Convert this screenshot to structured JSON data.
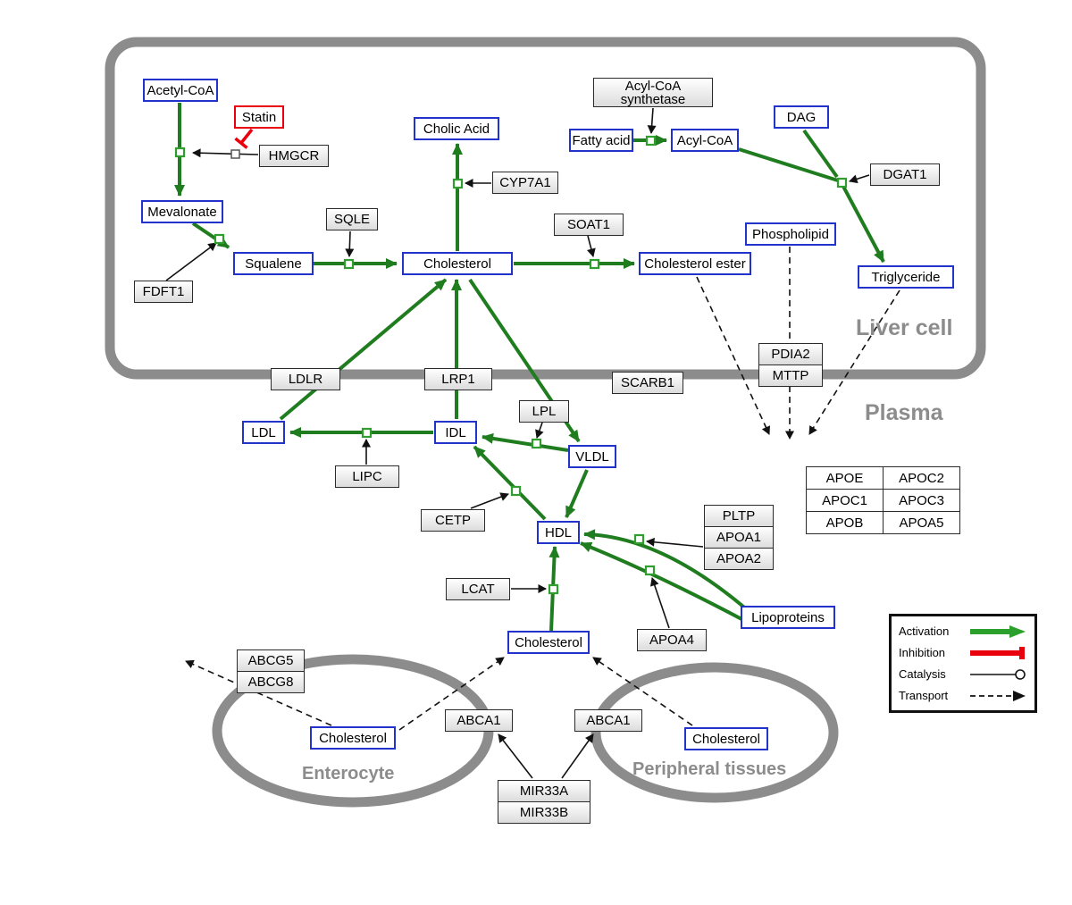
{
  "compartments": {
    "liver": {
      "label": "Liver cell"
    },
    "plasma": {
      "label": "Plasma"
    },
    "enterocyte": {
      "label": "Enterocyte"
    },
    "peripheral": {
      "label": "Peripheral tissues"
    }
  },
  "nodes": {
    "acetyl_coa": {
      "label": "Acetyl-CoA",
      "type": "metabolite"
    },
    "statin": {
      "label": "Statin",
      "type": "inhibitor"
    },
    "hmgcr": {
      "label": "HMGCR",
      "type": "enzyme"
    },
    "mevalonate": {
      "label": "Mevalonate",
      "type": "metabolite"
    },
    "fdft1": {
      "label": "FDFT1",
      "type": "enzyme"
    },
    "squalene": {
      "label": "Squalene",
      "type": "metabolite"
    },
    "sqle": {
      "label": "SQLE",
      "type": "enzyme"
    },
    "cholesterol_liver": {
      "label": "Cholesterol",
      "type": "metabolite"
    },
    "cholic_acid": {
      "label": "Cholic Acid",
      "type": "metabolite"
    },
    "cyp7a1": {
      "label": "CYP7A1",
      "type": "enzyme"
    },
    "soat1": {
      "label": "SOAT1",
      "type": "enzyme"
    },
    "cholesterol_ester": {
      "label": "Cholesterol ester",
      "type": "metabolite"
    },
    "fatty_acid": {
      "label": "Fatty acid",
      "type": "metabolite"
    },
    "acyl_coa_synthetase": {
      "label": "Acyl-CoA synthetase",
      "type": "enzyme"
    },
    "acyl_coa": {
      "label": "Acyl-CoA",
      "type": "metabolite"
    },
    "dag": {
      "label": "DAG",
      "type": "metabolite"
    },
    "dgat1": {
      "label": "DGAT1",
      "type": "enzyme"
    },
    "phospholipid": {
      "label": "Phospholipid",
      "type": "metabolite"
    },
    "triglyceride": {
      "label": "Triglyceride",
      "type": "metabolite"
    },
    "pdia2": {
      "label": "PDIA2",
      "type": "protein"
    },
    "mttp": {
      "label": "MTTP",
      "type": "protein"
    },
    "ldlr": {
      "label": "LDLR",
      "type": "receptor"
    },
    "lrp1": {
      "label": "LRP1",
      "type": "receptor"
    },
    "scarb1": {
      "label": "SCARB1",
      "type": "receptor"
    },
    "ldl": {
      "label": "LDL",
      "type": "lipoprotein"
    },
    "idl": {
      "label": "IDL",
      "type": "lipoprotein"
    },
    "vldl": {
      "label": "VLDL",
      "type": "lipoprotein"
    },
    "hdl": {
      "label": "HDL",
      "type": "lipoprotein"
    },
    "lipc": {
      "label": "LIPC",
      "type": "enzyme"
    },
    "lpl": {
      "label": "LPL",
      "type": "enzyme"
    },
    "cetp": {
      "label": "CETP",
      "type": "enzyme"
    },
    "lcat": {
      "label": "LCAT",
      "type": "enzyme"
    },
    "pltp": {
      "label": "PLTP",
      "type": "protein"
    },
    "apoa1": {
      "label": "APOA1",
      "type": "protein"
    },
    "apoa2": {
      "label": "APOA2",
      "type": "protein"
    },
    "apoa4": {
      "label": "APOA4",
      "type": "protein"
    },
    "lipoproteins": {
      "label": "Lipoproteins",
      "type": "metabolite"
    },
    "apoe": {
      "label": "APOE",
      "type": "protein"
    },
    "apoc2": {
      "label": "APOC2",
      "type": "protein"
    },
    "apoc1": {
      "label": "APOC1",
      "type": "protein"
    },
    "apoc3": {
      "label": "APOC3",
      "type": "protein"
    },
    "apob": {
      "label": "APOB",
      "type": "protein"
    },
    "apoa5": {
      "label": "APOA5",
      "type": "protein"
    },
    "cholesterol_plasma": {
      "label": "Cholesterol",
      "type": "metabolite"
    },
    "abcg5": {
      "label": "ABCG5",
      "type": "transporter"
    },
    "abcg8": {
      "label": "ABCG8",
      "type": "transporter"
    },
    "cholesterol_enterocyte": {
      "label": "Cholesterol",
      "type": "metabolite"
    },
    "abca1_enterocyte": {
      "label": "ABCA1",
      "type": "transporter"
    },
    "abca1_peripheral": {
      "label": "ABCA1",
      "type": "transporter"
    },
    "cholesterol_peripheral": {
      "label": "Cholesterol",
      "type": "metabolite"
    },
    "mir33a": {
      "label": "MIR33A",
      "type": "mirna"
    },
    "mir33b": {
      "label": "MIR33B",
      "type": "mirna"
    }
  },
  "edges": [
    {
      "f": "acetyl_coa",
      "t": "mevalonate",
      "k": "conversion"
    },
    {
      "f": "hmgcr",
      "t": "acetyl_coa>mevalonate",
      "k": "catalysis"
    },
    {
      "f": "statin",
      "t": "hmgcr",
      "k": "inhibition"
    },
    {
      "f": "mevalonate",
      "t": "squalene",
      "k": "conversion"
    },
    {
      "f": "fdft1",
      "t": "mevalonate>squalene",
      "k": "catalysis"
    },
    {
      "f": "squalene",
      "t": "cholesterol_liver",
      "k": "conversion"
    },
    {
      "f": "sqle",
      "t": "squalene>cholesterol_liver",
      "k": "catalysis"
    },
    {
      "f": "cholesterol_liver",
      "t": "cholic_acid",
      "k": "conversion"
    },
    {
      "f": "cyp7a1",
      "t": "cholesterol_liver>cholic_acid",
      "k": "catalysis"
    },
    {
      "f": "cholesterol_liver",
      "t": "cholesterol_ester",
      "k": "conversion"
    },
    {
      "f": "soat1",
      "t": "cholesterol_liver>cholesterol_ester",
      "k": "catalysis"
    },
    {
      "f": "fatty_acid",
      "t": "acyl_coa",
      "k": "conversion"
    },
    {
      "f": "acyl_coa_synthetase",
      "t": "fatty_acid>acyl_coa",
      "k": "catalysis"
    },
    {
      "f": "acyl_coa",
      "t": "triglyceride",
      "k": "conversion"
    },
    {
      "f": "dag",
      "t": "triglyceride",
      "k": "conversion"
    },
    {
      "f": "dgat1",
      "t": "acyl_coa>triglyceride",
      "k": "catalysis"
    },
    {
      "f": "ldl",
      "t": "cholesterol_liver",
      "k": "activation"
    },
    {
      "f": "idl",
      "t": "cholesterol_liver",
      "k": "activation"
    },
    {
      "f": "cholesterol_liver",
      "t": "vldl",
      "k": "activation"
    },
    {
      "f": "vldl",
      "t": "idl",
      "k": "conversion"
    },
    {
      "f": "lpl",
      "t": "vldl>idl",
      "k": "catalysis"
    },
    {
      "f": "idl",
      "t": "ldl",
      "k": "conversion"
    },
    {
      "f": "lipc",
      "t": "idl>ldl",
      "k": "catalysis"
    },
    {
      "f": "hdl",
      "t": "idl",
      "k": "conversion"
    },
    {
      "f": "cetp",
      "t": "hdl>idl",
      "k": "catalysis"
    },
    {
      "f": "vldl",
      "t": "hdl",
      "k": "activation"
    },
    {
      "f": "lipoproteins",
      "t": "hdl",
      "k": "activation"
    },
    {
      "f": "pltp",
      "t": "lipoproteins>hdl",
      "k": "catalysis"
    },
    {
      "f": "apoa1",
      "t": "lipoproteins>hdl",
      "k": "catalysis"
    },
    {
      "f": "apoa2",
      "t": "lipoproteins>hdl",
      "k": "catalysis"
    },
    {
      "f": "apoa4",
      "t": "lipoproteins>hdl",
      "k": "catalysis"
    },
    {
      "f": "cholesterol_plasma",
      "t": "hdl",
      "k": "activation"
    },
    {
      "f": "lcat",
      "t": "cholesterol_plasma>hdl",
      "k": "catalysis"
    },
    {
      "f": "cholesterol_ester",
      "t": "plasma",
      "k": "transport"
    },
    {
      "f": "phospholipid",
      "t": "plasma",
      "k": "transport"
    },
    {
      "f": "triglyceride",
      "t": "plasma",
      "k": "transport"
    },
    {
      "f": "cholesterol_enterocyte",
      "t": "cholesterol_plasma",
      "k": "transport"
    },
    {
      "f": "cholesterol_enterocyte",
      "t": "extracellular",
      "k": "transport"
    },
    {
      "f": "cholesterol_peripheral",
      "t": "cholesterol_plasma",
      "k": "transport"
    },
    {
      "f": "mir33a",
      "t": "abca1_enterocyte",
      "k": "regulation"
    },
    {
      "f": "mir33b",
      "t": "abca1_enterocyte",
      "k": "regulation"
    },
    {
      "f": "mir33a",
      "t": "abca1_peripheral",
      "k": "regulation"
    },
    {
      "f": "mir33b",
      "t": "abca1_peripheral",
      "k": "regulation"
    }
  ],
  "legend": {
    "items": [
      {
        "label": "Activation",
        "kind": "activation"
      },
      {
        "label": "Inhibition",
        "kind": "inhibition"
      },
      {
        "label": "Catalysis",
        "kind": "catalysis"
      },
      {
        "label": "Transport",
        "kind": "transport"
      }
    ]
  },
  "colors": {
    "activation": "#1f7d1f",
    "inhibition": "#e8000d",
    "metabolite_border": "#2233cc",
    "membrane": "#8c8c8c",
    "catalysis": "#111111"
  }
}
